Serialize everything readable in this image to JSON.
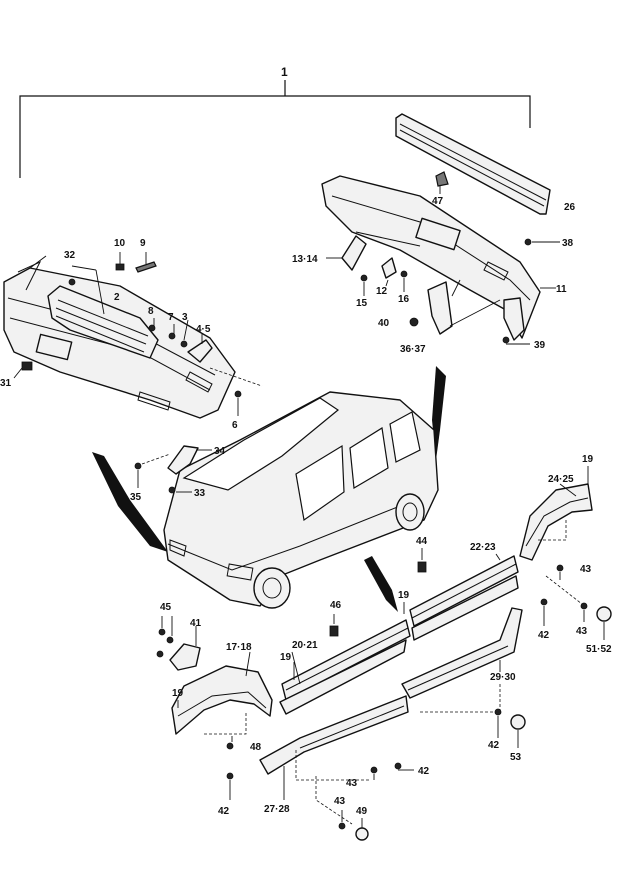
{
  "callouts": [
    {
      "id": "c1",
      "text": "1"
    },
    {
      "id": "c2",
      "text": "2"
    },
    {
      "id": "c3",
      "text": "3"
    },
    {
      "id": "c45",
      "text": "4·5"
    },
    {
      "id": "c6",
      "text": "6"
    },
    {
      "id": "c7",
      "text": "7"
    },
    {
      "id": "c8",
      "text": "8"
    },
    {
      "id": "c9",
      "text": "9"
    },
    {
      "id": "c10",
      "text": "10"
    },
    {
      "id": "c11",
      "text": "11"
    },
    {
      "id": "c12",
      "text": "12"
    },
    {
      "id": "c1314",
      "text": "13·14"
    },
    {
      "id": "c15",
      "text": "15"
    },
    {
      "id": "c16",
      "text": "16"
    },
    {
      "id": "c1718",
      "text": "17·18"
    },
    {
      "id": "c19a",
      "text": "19"
    },
    {
      "id": "c19b",
      "text": "19"
    },
    {
      "id": "c19c",
      "text": "19"
    },
    {
      "id": "c19d",
      "text": "19"
    },
    {
      "id": "c2021",
      "text": "20·21"
    },
    {
      "id": "c2223",
      "text": "22·23"
    },
    {
      "id": "c2425",
      "text": "24·25"
    },
    {
      "id": "c26",
      "text": "26"
    },
    {
      "id": "c2728",
      "text": "27·28"
    },
    {
      "id": "c2930",
      "text": "29·30"
    },
    {
      "id": "c31",
      "text": "31"
    },
    {
      "id": "c32",
      "text": "32"
    },
    {
      "id": "c33",
      "text": "33"
    },
    {
      "id": "c34",
      "text": "34"
    },
    {
      "id": "c35",
      "text": "35"
    },
    {
      "id": "c3637",
      "text": "36·37"
    },
    {
      "id": "c38",
      "text": "38"
    },
    {
      "id": "c39",
      "text": "39"
    },
    {
      "id": "c40",
      "text": "40"
    },
    {
      "id": "c41",
      "text": "41"
    },
    {
      "id": "c42a",
      "text": "42"
    },
    {
      "id": "c42b",
      "text": "42"
    },
    {
      "id": "c42c",
      "text": "42"
    },
    {
      "id": "c42d",
      "text": "42"
    },
    {
      "id": "c43a",
      "text": "43"
    },
    {
      "id": "c43b",
      "text": "43"
    },
    {
      "id": "c43c",
      "text": "43"
    },
    {
      "id": "c43d",
      "text": "43"
    },
    {
      "id": "c44",
      "text": "44"
    },
    {
      "id": "c45",
      "text": "45"
    },
    {
      "id": "c46",
      "text": "46"
    },
    {
      "id": "c47",
      "text": "47"
    },
    {
      "id": "c48",
      "text": "48"
    },
    {
      "id": "c49",
      "text": "49"
    },
    {
      "id": "c5152",
      "text": "51·52"
    },
    {
      "id": "c53",
      "text": "53"
    }
  ]
}
